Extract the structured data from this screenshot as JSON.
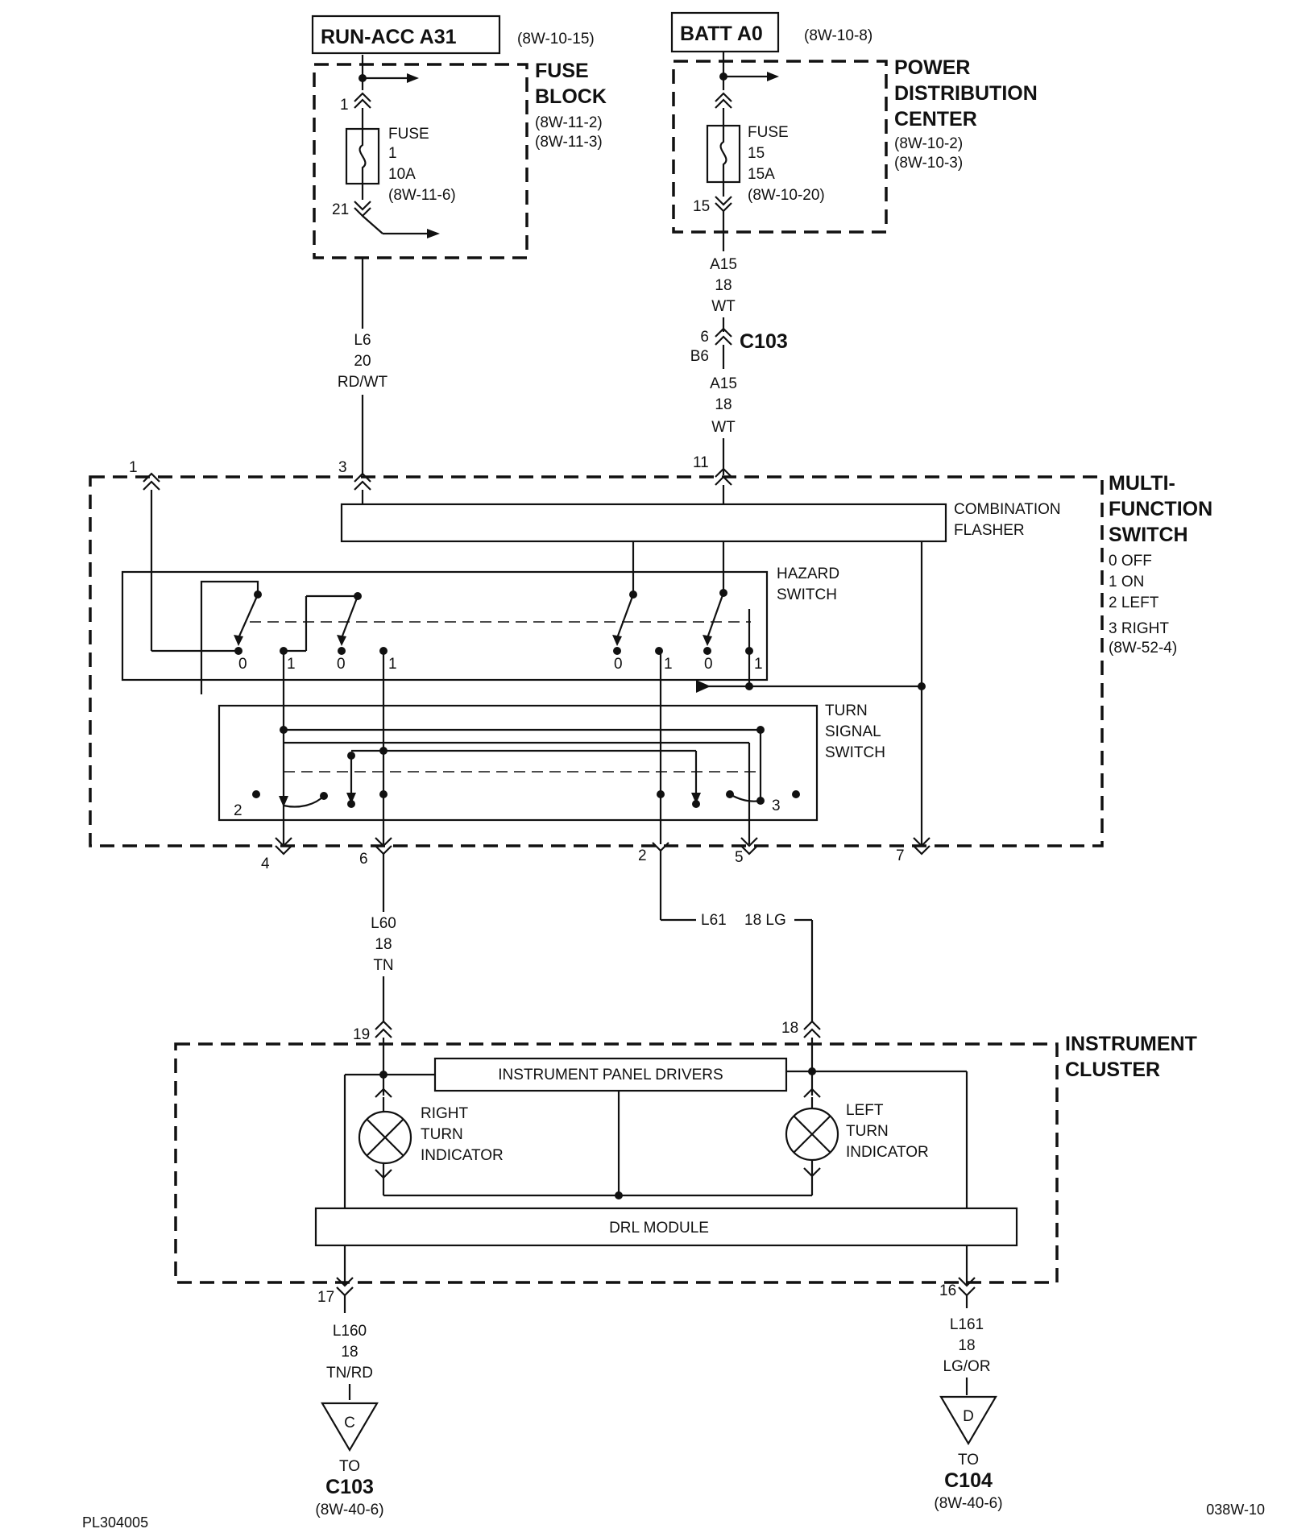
{
  "sources": {
    "run_acc": {
      "label": "RUN-ACC A31",
      "ref": "(8W-10-15)"
    },
    "batt": {
      "label": "BATT A0",
      "ref": "(8W-10-8)"
    }
  },
  "fuse_block": {
    "title_line1": "FUSE",
    "title_line2": "BLOCK",
    "ref1": "(8W-11-2)",
    "ref2": "(8W-11-3)",
    "pin_in": "1",
    "pin_out": "21",
    "fuse_word": "FUSE",
    "fuse_num": "1",
    "fuse_amp": "10A",
    "fuse_ref": "(8W-11-6)"
  },
  "pdc": {
    "title_line1": "POWER",
    "title_line2": "DISTRIBUTION",
    "title_line3": "CENTER",
    "ref1": "(8W-10-2)",
    "ref2": "(8W-10-3)",
    "pin_out": "15",
    "fuse_word": "FUSE",
    "fuse_num": "15",
    "fuse_amp": "15A",
    "fuse_ref": "(8W-10-20)"
  },
  "wires": {
    "l6": {
      "circuit": "L6",
      "gauge": "20",
      "color": "RD/WT"
    },
    "a15_top": {
      "circuit": "A15",
      "gauge": "18",
      "color": "WT"
    },
    "a15_bot": {
      "circuit": "A15",
      "gauge": "18",
      "color": "WT"
    },
    "l60": {
      "circuit": "L60",
      "gauge": "18",
      "color": "TN"
    },
    "l61_circuit": "L61",
    "l61_spec": "18 LG",
    "l160": {
      "circuit": "L160",
      "gauge": "18",
      "color": "TN/RD"
    },
    "l161": {
      "circuit": "L161",
      "gauge": "18",
      "color": "LG/OR"
    }
  },
  "connector_c103": {
    "name": "C103",
    "pin": "6",
    "cavity": "B6"
  },
  "multifunction_switch": {
    "title_line1": "MULTI-",
    "title_line2": "FUNCTION",
    "title_line3": "SWITCH",
    "pos0": "0 OFF",
    "pos1": "1 ON",
    "pos2": "2 LEFT",
    "pos3": "3 RIGHT",
    "ref": "(8W-52-4)",
    "flasher_line1": "COMBINATION",
    "flasher_line2": "FLASHER",
    "hazard_line1": "HAZARD",
    "hazard_line2": "SWITCH",
    "turn_line1": "TURN",
    "turn_line2": "SIGNAL",
    "turn_line3": "SWITCH",
    "pins_top": [
      "1",
      "3",
      "11"
    ],
    "pins_bottom": [
      "4",
      "6",
      "2",
      "5",
      "7"
    ],
    "contact_labels": [
      "0",
      "1",
      "0",
      "1",
      "0",
      "1",
      "0",
      "1"
    ],
    "turn_left": "2",
    "turn_right": "3"
  },
  "instrument_cluster": {
    "title_line1": "INSTRUMENT",
    "title_line2": "CLUSTER",
    "drivers": "INSTRUMENT PANEL DRIVERS",
    "drl": "DRL MODULE",
    "right_line1": "RIGHT",
    "right_line2": "TURN",
    "right_line3": "INDICATOR",
    "left_line1": "LEFT",
    "left_line2": "TURN",
    "left_line3": "INDICATOR",
    "pin_19": "19",
    "pin_18": "18",
    "pin_17": "17",
    "pin_16": "16"
  },
  "destinations": {
    "c": {
      "letter": "C",
      "to": "TO",
      "connector": "C103",
      "ref": "(8W-40-6)"
    },
    "d": {
      "letter": "D",
      "to": "TO",
      "connector": "C104",
      "ref": "(8W-40-6)"
    }
  },
  "footer": {
    "left": "PL304005",
    "right": "038W-10"
  }
}
